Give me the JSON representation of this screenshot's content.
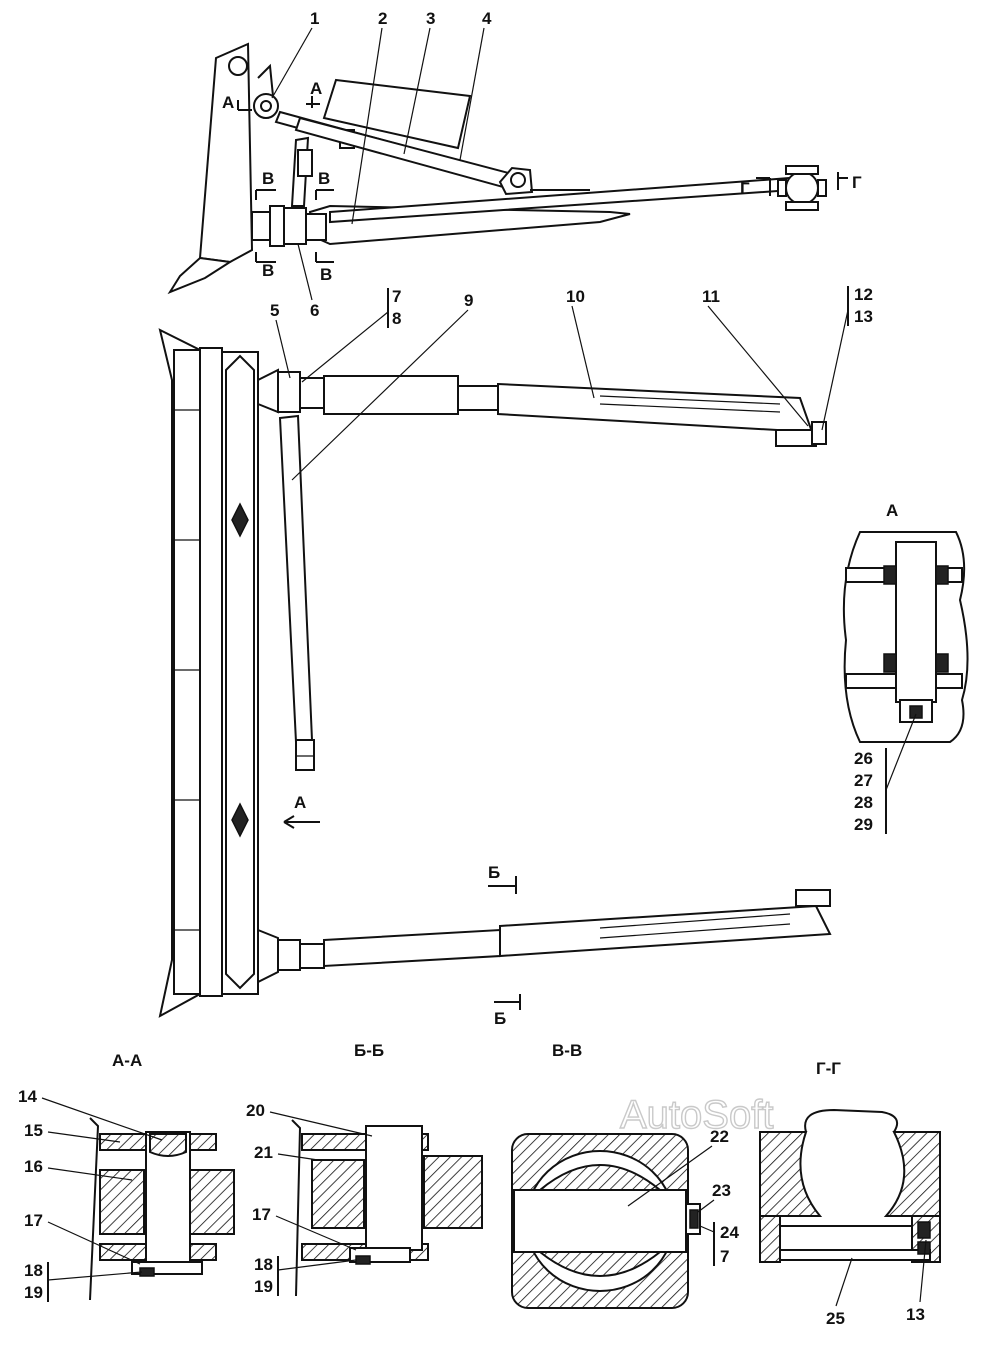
{
  "callouts": {
    "c1": "1",
    "c2": "2",
    "c3": "3",
    "c4": "4",
    "c5": "5",
    "c6": "6",
    "c7_8": [
      "7",
      "8"
    ],
    "c9": "9",
    "c10": "10",
    "c11": "11",
    "c12_13": [
      "12",
      "13"
    ],
    "c14": "14",
    "c15": "15",
    "c16": "16",
    "c17a": "17",
    "c18_19a": [
      "18",
      "19"
    ],
    "c20": "20",
    "c21": "21",
    "c17b": "17",
    "c18_19b": [
      "18",
      "19"
    ],
    "c22": "22",
    "c23": "23",
    "c24_7": [
      "24",
      "7"
    ],
    "c25": "25",
    "c13b": "13",
    "c26_29": [
      "26",
      "27",
      "28",
      "29"
    ]
  },
  "section_marks": {
    "a": "А",
    "b": "Б",
    "v": "В",
    "g": "Г"
  },
  "section_titles": {
    "aa": "А-А",
    "bb": "Б-Б",
    "vv": "В-В",
    "gg": "Г-Г",
    "view_a": "А"
  },
  "watermark": "AutoSoft"
}
